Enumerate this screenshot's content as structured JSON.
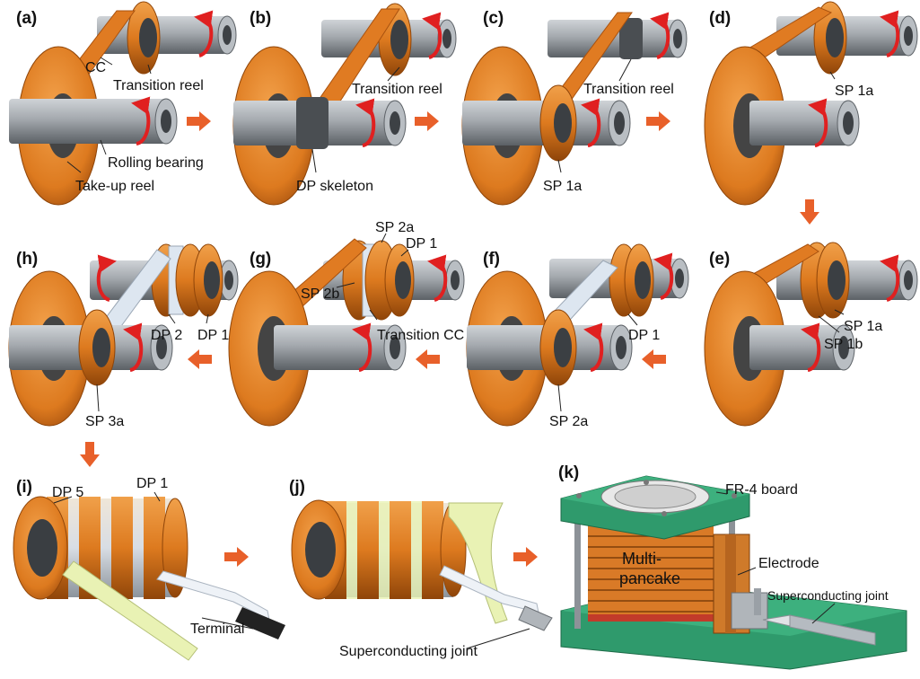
{
  "colors": {
    "copper": "#e07b22",
    "copper_dark": "#a9520f",
    "steel": "#9ea3a8",
    "steel_dark": "#5e6368",
    "tape_white": "#dde6f0",
    "tape_yellow": "#e9f2b4",
    "arrow_red": "#e02020",
    "process_arrow": "#e8602a",
    "board_green": "#2f9a6c"
  },
  "panels": {
    "a": {
      "label": "(a)",
      "annotations": [
        "CC",
        "Transition reel",
        "Rolling bearing",
        "Take-up reel"
      ]
    },
    "b": {
      "label": "(b)",
      "annotations": [
        "Transition reel",
        "DP skeleton"
      ]
    },
    "c": {
      "label": "(c)",
      "annotations": [
        "Transition reel",
        "SP 1a"
      ]
    },
    "d": {
      "label": "(d)",
      "annotations": [
        "SP 1a"
      ]
    },
    "e": {
      "label": "(e)",
      "annotations": [
        "SP 1a",
        "SP 1b"
      ]
    },
    "f": {
      "label": "(f)",
      "annotations": [
        "DP 1",
        "SP 2a"
      ]
    },
    "g": {
      "label": "(g)",
      "annotations": [
        "SP 2a",
        "DP 1",
        "SP 2b",
        "Transition CC"
      ]
    },
    "h": {
      "label": "(h)",
      "annotations": [
        "DP 2",
        "DP 1",
        "SP 3a"
      ]
    },
    "i": {
      "label": "(i)",
      "annotations": [
        "DP 5",
        "DP 1",
        "Terminal"
      ]
    },
    "j": {
      "label": "(j)",
      "annotations": [
        "Superconducting joint"
      ]
    },
    "k": {
      "label": "(k)",
      "annotations": [
        "FR-4 board",
        "Multi-",
        "pancake",
        "Electrode",
        "Superconducting joint"
      ]
    }
  }
}
